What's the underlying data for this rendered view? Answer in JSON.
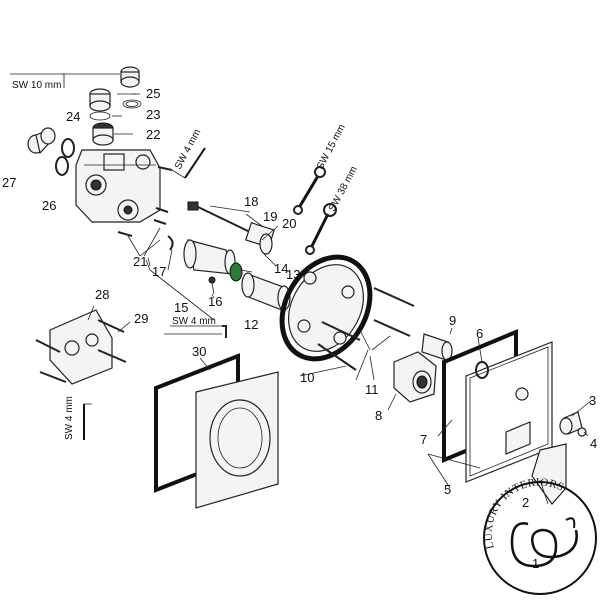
{
  "labels": {
    "n1": "1",
    "n2": "2",
    "n3": "3",
    "n4": "4",
    "n5": "5",
    "n6": "6",
    "n7": "7",
    "n8": "8",
    "n9": "9",
    "n10": "10",
    "n11": "11",
    "n12": "12",
    "n13": "13",
    "n14": "14",
    "n15": "15",
    "n16": "16",
    "n17": "17",
    "n18": "18",
    "n19": "19",
    "n20": "20",
    "n21": "21",
    "n22": "22",
    "n23": "23",
    "n24": "24",
    "n25": "25",
    "n26": "26",
    "n27": "27",
    "n28": "28",
    "n29": "29",
    "n30": "30"
  },
  "tools": {
    "sw10": "SW 10 mm",
    "sw4a": "SW 4 mm",
    "sw15": "SW 15 mm",
    "sw38": "SW 38 mm",
    "sw4b": "SW 4 mm",
    "sw4c": "SW 4 mm"
  },
  "logo": {
    "text": "LUXURY INTERIORS"
  }
}
